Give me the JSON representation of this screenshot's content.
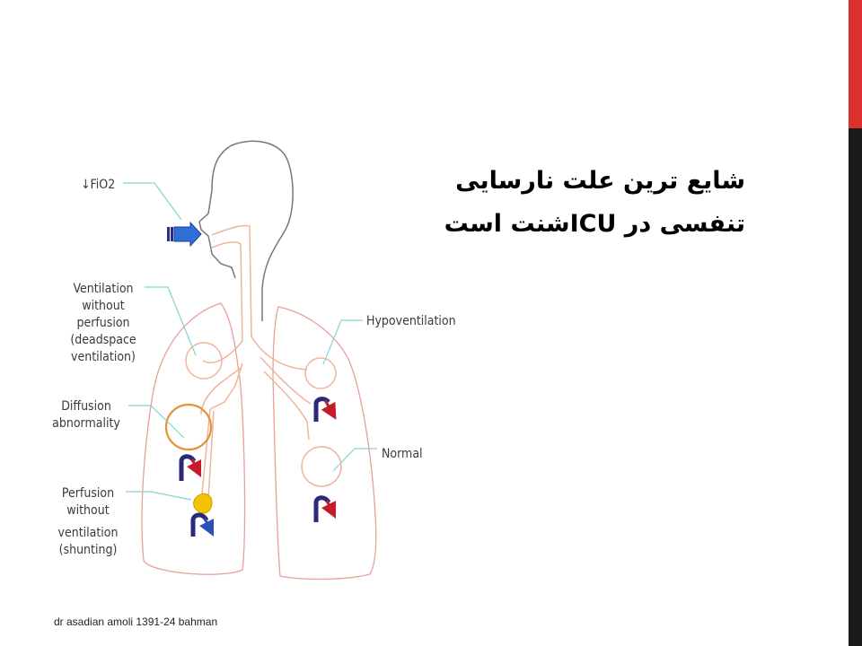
{
  "title": {
    "line1": "شایع ترین علت نارسایی",
    "line2": "تنفسی در ICUشنت است"
  },
  "diagram": {
    "labels": {
      "fio2": "↓FiO2",
      "dead_space": [
        "Ventilation",
        "without",
        "perfusion",
        "(deadspace",
        "ventilation)"
      ],
      "diffusion": [
        "Diffusion",
        "abnormality"
      ],
      "shunting": [
        "Perfusion",
        "without",
        "ventilation",
        "(shunting)"
      ],
      "hypoventilation": "Hypoventilation",
      "normal": "Normal"
    },
    "icons": [
      "inhaled-air-arrow-icon",
      "blood-flow-arrow-icon"
    ],
    "colors": {
      "airway": "#f0b49a",
      "lung_outline": "#e8a098",
      "pointer_lines": "#7fd6d0",
      "inhaled_arrow": "#2e6fd8",
      "diffusion_alveolus": "#e8913a",
      "shunt_blob": "#f5c400",
      "vessel_dark": "#2a2a7a",
      "vessel_red": "#c41c2c"
    }
  },
  "footer": "dr asadian amoli 1391-24 bahman",
  "theme": {
    "accent_red": "#d9322e",
    "accent_dark": "#1a1a1a"
  }
}
